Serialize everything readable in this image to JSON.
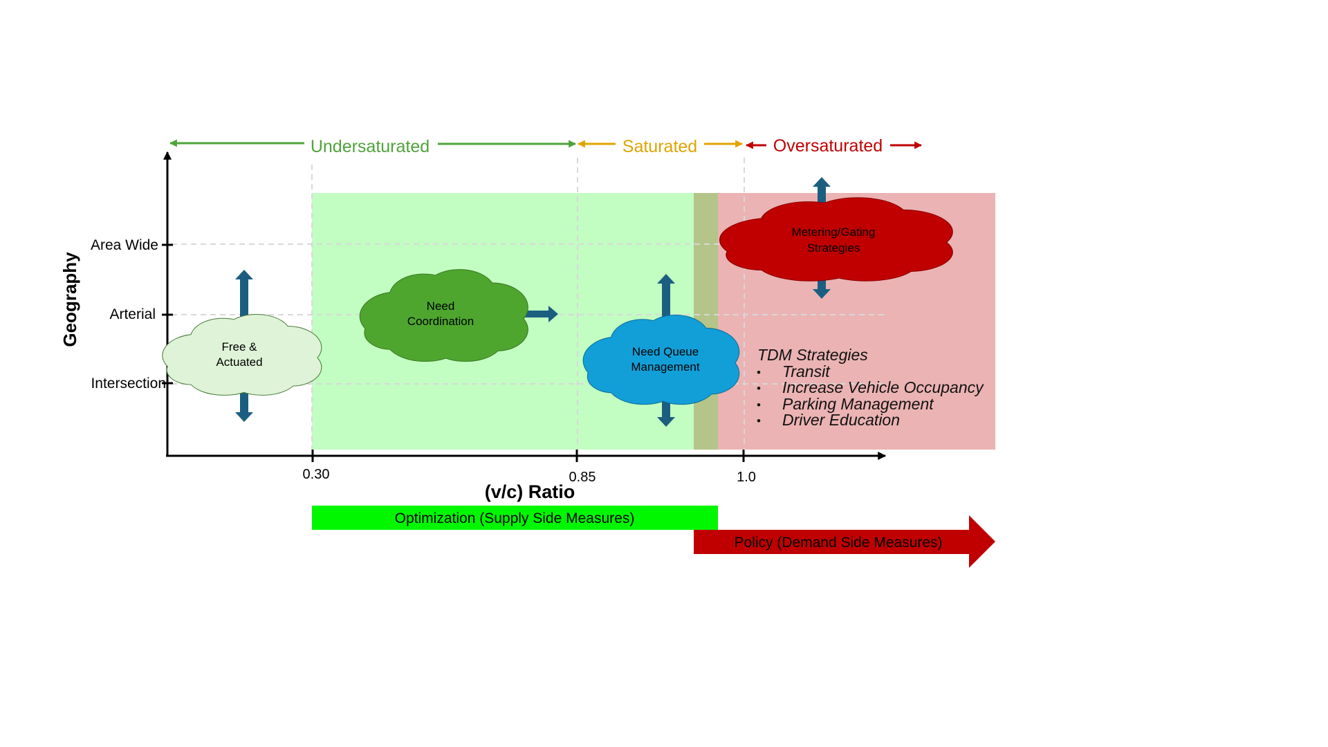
{
  "regimes": {
    "undersaturated": "Undersaturated",
    "saturated": "Saturated",
    "oversaturated": "Oversaturated"
  },
  "axis": {
    "y_title": "Geography",
    "y_levels": [
      "Area Wide",
      "Arterial",
      "Intersection"
    ],
    "x_title": "(v/c) Ratio",
    "x_ticks": [
      "0.30",
      "0.85",
      "1.0"
    ]
  },
  "clouds": {
    "free": {
      "line1": "Free &",
      "line2": "Actuated"
    },
    "coordination": {
      "line1": "Need",
      "line2": "Coordination"
    },
    "queue": {
      "line1": "Need Queue",
      "line2": "Management"
    },
    "metering": {
      "line1": "Metering/Gating",
      "line2": "Strategies"
    }
  },
  "tdm": {
    "title": "TDM Strategies",
    "bullet": "•",
    "items": [
      "Transit",
      "Increase Vehicle Occupancy",
      "Parking Management",
      "Driver Education"
    ]
  },
  "bars": {
    "optimization": "Optimization (Supply Side Measures)",
    "policy": "Policy (Demand Side Measures)"
  },
  "colors": {
    "undersaturated": "#4fa33a",
    "saturated": "#e0a400",
    "oversaturated": "#c00000",
    "green_zone": "#c2fdc2",
    "red_zone": "#ebb3b3",
    "overlap_zone": "#b5c489",
    "optimization_bar": "#00f700",
    "policy_arrow": "#c00000",
    "arrow_blue": "#1b5e80",
    "cloud_free": "#dff3d8",
    "cloud_coordination": "#4ea62e",
    "cloud_queue": "#129fd8",
    "cloud_metering": "#c00000"
  }
}
